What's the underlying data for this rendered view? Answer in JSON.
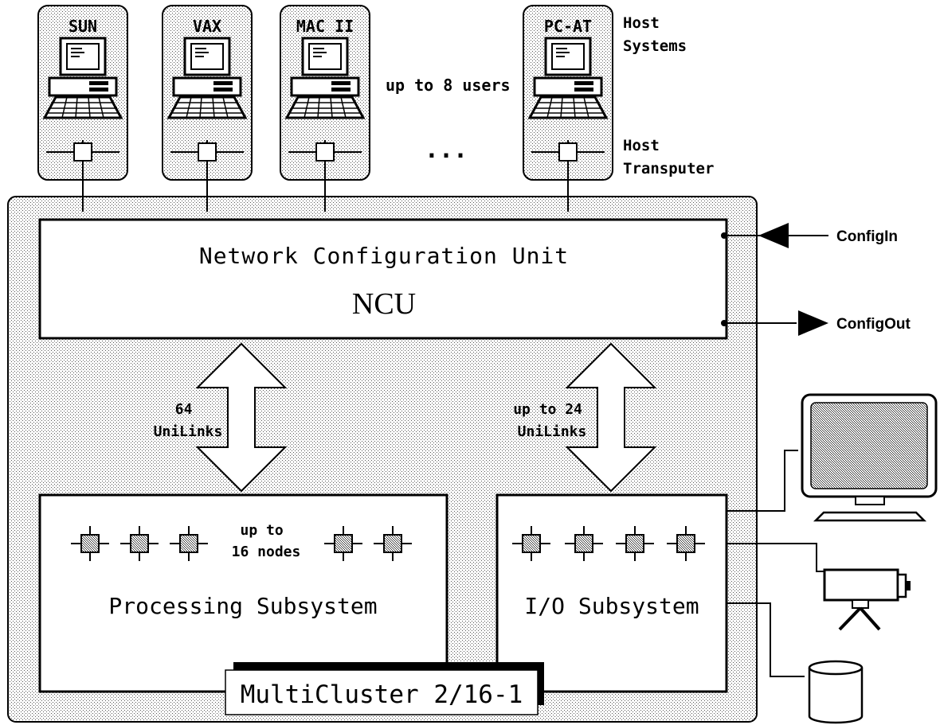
{
  "hosts": [
    {
      "name": "SUN"
    },
    {
      "name": "VAX"
    },
    {
      "name": "MAC II"
    },
    {
      "name": "PC-AT"
    }
  ],
  "labels": {
    "host_systems_1": "Host",
    "host_systems_2": "Systems",
    "host_transputer_1": "Host",
    "host_transputer_2": "Transputer",
    "users": "up to 8 users",
    "ellipsis": "...",
    "config_in": "ConfigIn",
    "config_out": "ConfigOut"
  },
  "ncu": {
    "title": "Network Configuration Unit",
    "abbr": "NCU"
  },
  "links": {
    "left_1": "64",
    "left_2": "UniLinks",
    "right_1": "up to 24",
    "right_2": "UniLinks"
  },
  "processing": {
    "title": "Processing Subsystem",
    "nodes_1": "up to",
    "nodes_2": "16 nodes"
  },
  "io": {
    "title": "I/O Subsystem"
  },
  "system_name": "MultiCluster 2/16-1"
}
